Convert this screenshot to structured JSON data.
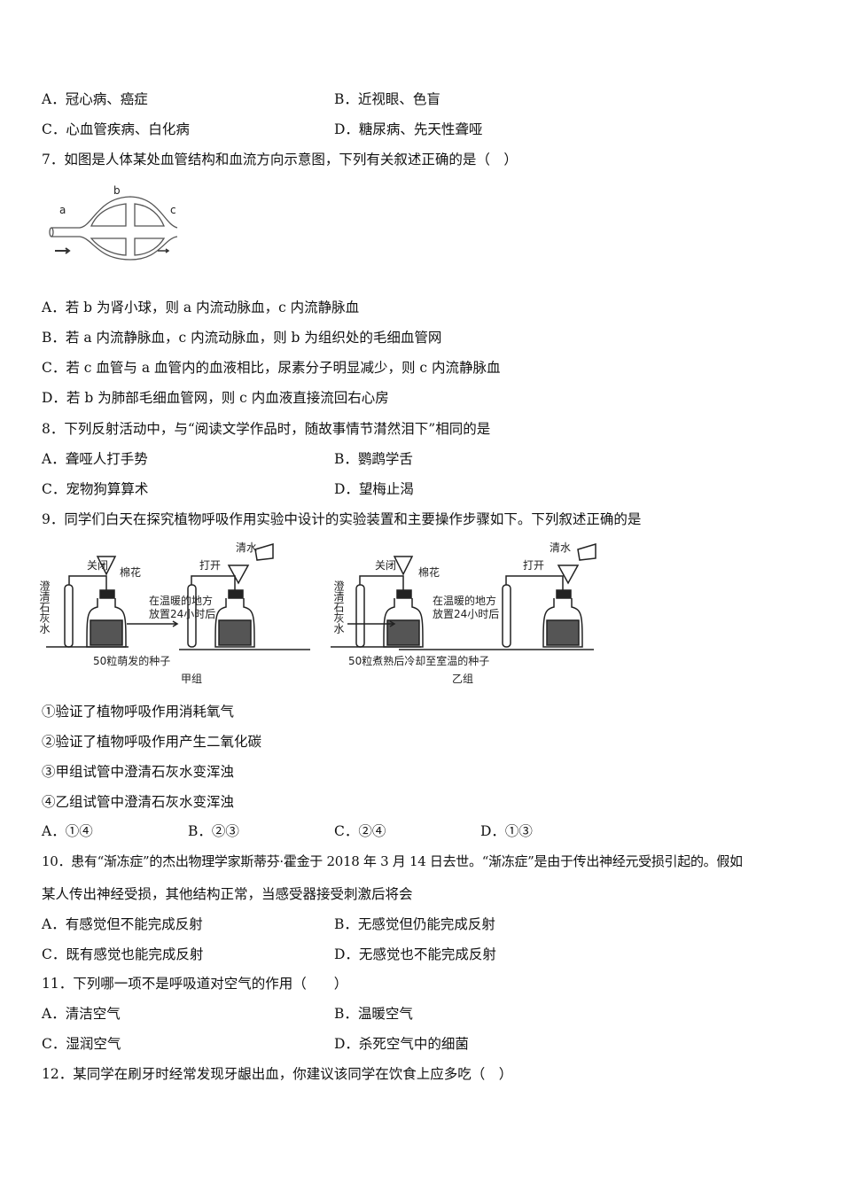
{
  "q6": {
    "A": "A．冠心病、癌症",
    "B": "B．近视眼、色盲",
    "C": "C．心血管疾病、白化病",
    "D": "D．糖尿病、先天性聋哑"
  },
  "q7": {
    "stem": "7．如图是人体某处血管结构和血流方向示意图，下列有关叙述正确的是（　）",
    "fig": {
      "a": "a",
      "b": "b",
      "c": "c"
    },
    "A": "A．若 b 为肾小球，则 a 内流动脉血，c 内流静脉血",
    "B": "B．若 a 内流静脉血，c 内流动脉血，则 b 为组织处的毛细血管网",
    "C": "C．若 c 血管与 a 血管内的血液相比，尿素分子明显减少，则 c 内流静脉血",
    "D": "D．若 b 为肺部毛细血管网，则 c 内血液直接流回右心房"
  },
  "q8": {
    "stem": "8．下列反射活动中，与“阅读文学作品时，随故事情节潸然泪下”相同的是",
    "A": "A．聋哑人打手势",
    "B": "B．鹦鹉学舌",
    "C": "C．宠物狗算算术",
    "D": "D．望梅止渴"
  },
  "q9": {
    "stem": "9．同学们白天在探究植物呼吸作用实验中设计的实验装置和主要操作步骤如下。下列叙述正确的是",
    "fig": {
      "closed": "关闭",
      "open": "打开",
      "cotton": "棉花",
      "water": "清水",
      "limewater": "澄清石灰水",
      "step1": "在温暖的地方",
      "step2": "放置24小时后",
      "seedsA": "50粒萌发的种子",
      "seedsB": "50粒煮熟后冷却至室温的种子",
      "groupA": "甲组",
      "groupB": "乙组"
    },
    "s1": "①验证了植物呼吸作用消耗氧气",
    "s2": "②验证了植物呼吸作用产生二氧化碳",
    "s3": "③甲组试管中澄清石灰水变浑浊",
    "s4": "④乙组试管中澄清石灰水变浑浊",
    "A": "A．①④",
    "B": "B．②③",
    "C": "C．②④",
    "D": "D．①③"
  },
  "q10": {
    "stem1": "10．患有“渐冻症”的杰出物理学家斯蒂芬·霍金于 2018 年 3 月 14 日去世。“渐冻症”是由于传出神经元受损引起的。假如",
    "stem2": "某人传出神经受损，其他结构正常，当感受器接受刺激后将会",
    "A": "A．有感觉但不能完成反射",
    "B": "B．无感觉但仍能完成反射",
    "C": "C．既有感觉也能完成反射",
    "D": "D．无感觉也不能完成反射"
  },
  "q11": {
    "stem": "11．下列哪一项不是呼吸道对空气的作用（　　）",
    "A": "A．清洁空气",
    "B": "B．温暖空气",
    "C": "C．湿润空气",
    "D": "D．杀死空气中的细菌"
  },
  "q12": {
    "stem": "12．某同学在刷牙时经常发现牙龈出血，你建议该同学在饮食上应多吃（　）"
  }
}
